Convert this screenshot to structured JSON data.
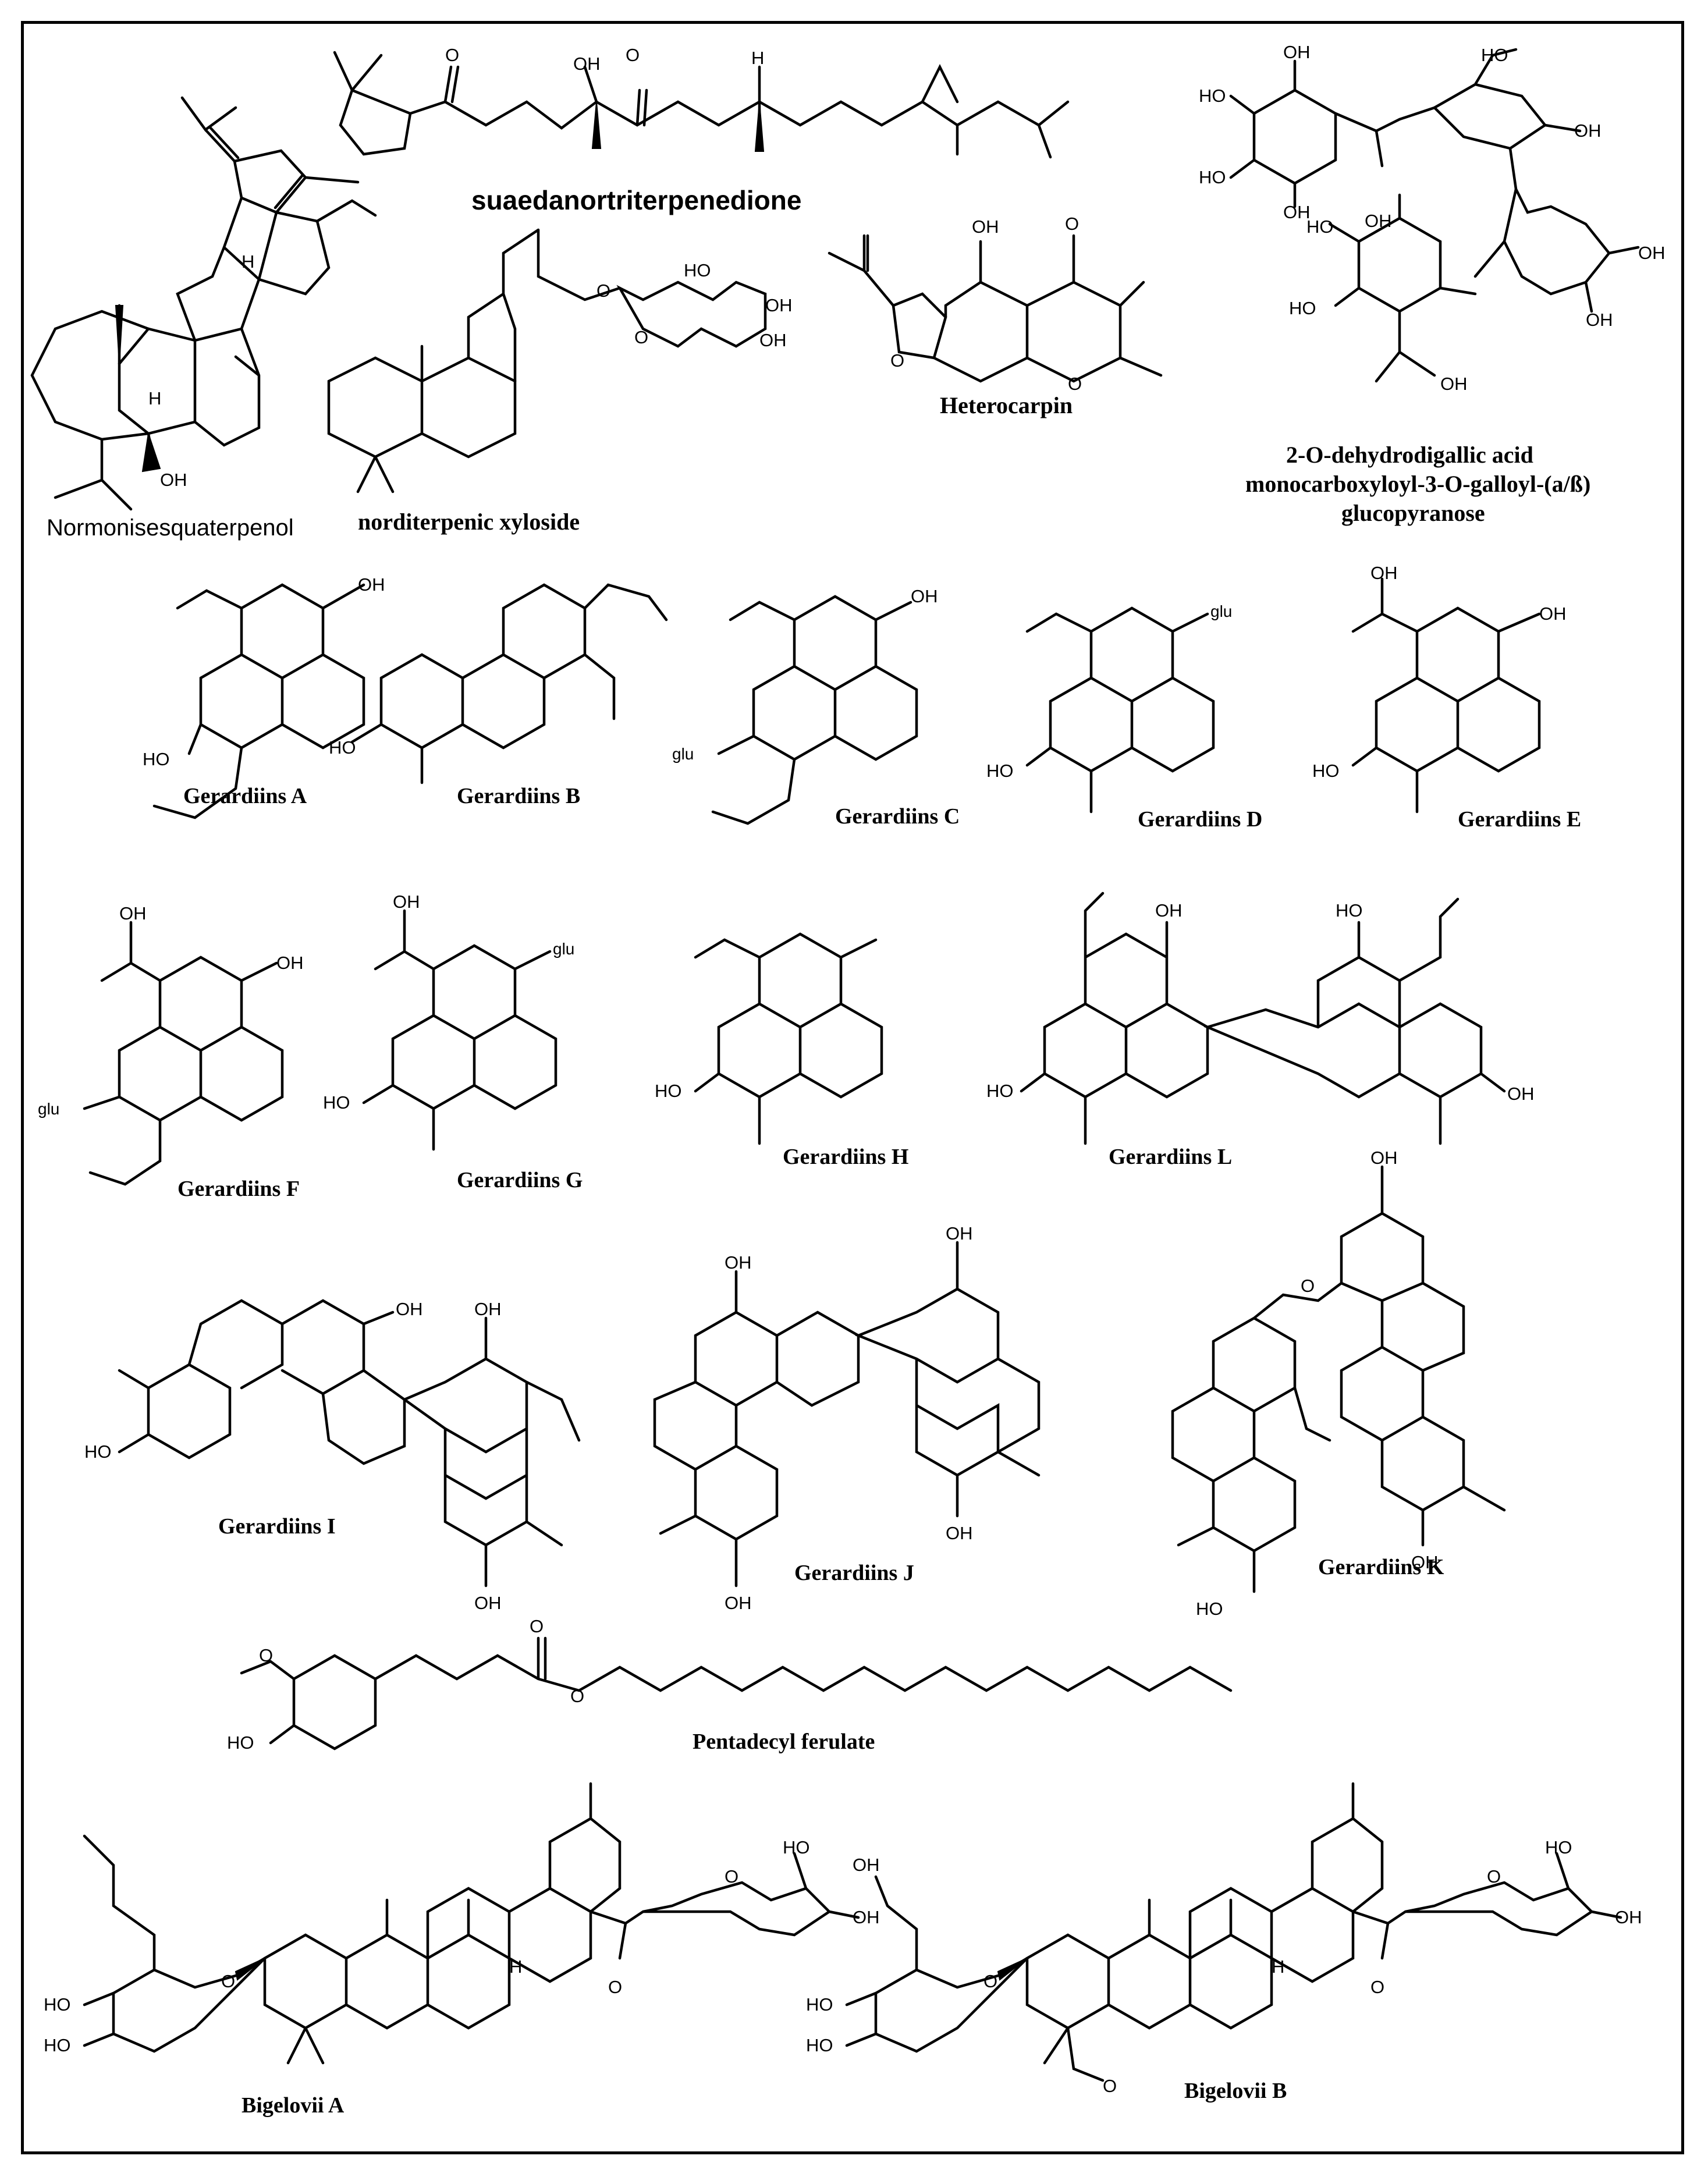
{
  "compounds": [
    {
      "key": "normonisesquaterpenol",
      "name": "Normonisesquaterpenol"
    },
    {
      "key": "suaedanortriterpenedione",
      "name": "suaedanortriterpenedione"
    },
    {
      "key": "norditerpenic_xyloside",
      "name": "norditerpenic xyloside"
    },
    {
      "key": "heterocarpin",
      "name": "Heterocarpin"
    },
    {
      "key": "dehydrodigallic_line1",
      "name": "2-O-dehydrodigallic acid"
    },
    {
      "key": "dehydrodigallic_line2",
      "name": "monocarboxyloyl-3-O-galloyl-(a/ß)"
    },
    {
      "key": "dehydrodigallic_line3",
      "name": "glucopyranose"
    },
    {
      "key": "gerardiins_a",
      "name": "Gerardiins A"
    },
    {
      "key": "gerardiins_b",
      "name": "Gerardiins B"
    },
    {
      "key": "gerardiins_c",
      "name": "Gerardiins C"
    },
    {
      "key": "gerardiins_d",
      "name": "Gerardiins D"
    },
    {
      "key": "gerardiins_e",
      "name": "Gerardiins E"
    },
    {
      "key": "gerardiins_f",
      "name": "Gerardiins F"
    },
    {
      "key": "gerardiins_g",
      "name": "Gerardiins G"
    },
    {
      "key": "gerardiins_h",
      "name": "Gerardiins H"
    },
    {
      "key": "gerardiins_l",
      "name": "Gerardiins L"
    },
    {
      "key": "gerardiins_i",
      "name": "Gerardiins I"
    },
    {
      "key": "gerardiins_j",
      "name": "Gerardiins J"
    },
    {
      "key": "gerardiins_k",
      "name": "Gerardiins K"
    },
    {
      "key": "pentadecyl_ferulate",
      "name": "Pentadecyl ferulate"
    },
    {
      "key": "bigelovii_a",
      "name": "Bigelovii A"
    },
    {
      "key": "bigelovii_b",
      "name": "Bigelovii B"
    }
  ],
  "atom_labels": {
    "oh": "OH",
    "ho": "HO",
    "h": "H",
    "o": "O",
    "glu": "glu"
  }
}
